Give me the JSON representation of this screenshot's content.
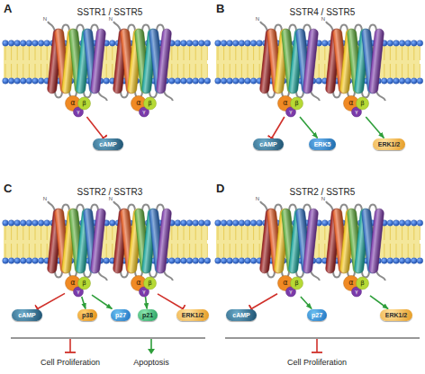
{
  "diagram": {
    "nodes": [
      {
        "text": [
          "α",
          "β",
          "γ"
        ]
      },
      {
        "text": [
          "α",
          "β",
          "γ"
        ]
      },
      {
        "text": [
          "cAMP"
        ]
      },
      {
        "text": [
          "α",
          "β",
          "γ"
        ]
      },
      {
        "text": [
          "α",
          "β",
          "γ"
        ]
      },
      {
        "text": [
          "cAMP"
        ]
      },
      {
        "text": [
          "ERK5"
        ]
      },
      {
        "text": [
          "ERK1/2"
        ]
      },
      {
        "text": [
          "α",
          "β",
          "γ"
        ]
      },
      {
        "text": [
          "α",
          "β",
          "γ"
        ]
      },
      {
        "text": [
          "cAMP"
        ]
      },
      {
        "text": [
          "p38"
        ]
      },
      {
        "text": [
          "p27"
        ]
      },
      {
        "text": [
          "p21"
        ]
      },
      {
        "text": [
          "ERK1/2"
        ]
      },
      {
        "text": [
          "α",
          "β",
          "γ"
        ]
      },
      {
        "text": [
          "α",
          "β",
          "γ"
        ]
      },
      {
        "text": [
          "cAMP"
        ]
      },
      {
        "text": [
          "p27"
        ]
      },
      {
        "text": [
          "ERK1/2"
        ]
      }
    ],
    "edges": [
      {
        "from": 0,
        "to": 2,
        "arrow": "to"
      },
      {
        "from": 3,
        "to": 5,
        "arrow": "to"
      },
      {
        "from": 3,
        "to": 6,
        "arrow": "to"
      },
      {
        "from": 4,
        "to": 7,
        "arrow": "to"
      },
      {
        "from": 8,
        "to": 10,
        "arrow": "to"
      },
      {
        "from": 8,
        "to": 11,
        "arrow": "to"
      },
      {
        "from": 8,
        "to": 12,
        "arrow": "to"
      },
      {
        "from": 9,
        "to": 13,
        "arrow": "to"
      },
      {
        "from": 9,
        "to": 14,
        "arrow": "to"
      },
      {
        "from": 15,
        "to": 17,
        "arrow": "to"
      },
      {
        "from": 15,
        "to": 18,
        "arrow": "to"
      },
      {
        "from": 16,
        "to": 19,
        "arrow": "to"
      }
    ],
    "labels": [
      "A",
      "SSTR1 / SSTR5",
      "B",
      "SSTR4 / SSTR5",
      "C",
      "SSTR2 / SSTR3",
      "D",
      "SSTR2 / SSTR5",
      "N",
      "N",
      "N",
      "N",
      "N",
      "N",
      "N",
      "N",
      "Cell Proliferation",
      "Apoptosis",
      "Cell Proliferation"
    ]
  }
}
